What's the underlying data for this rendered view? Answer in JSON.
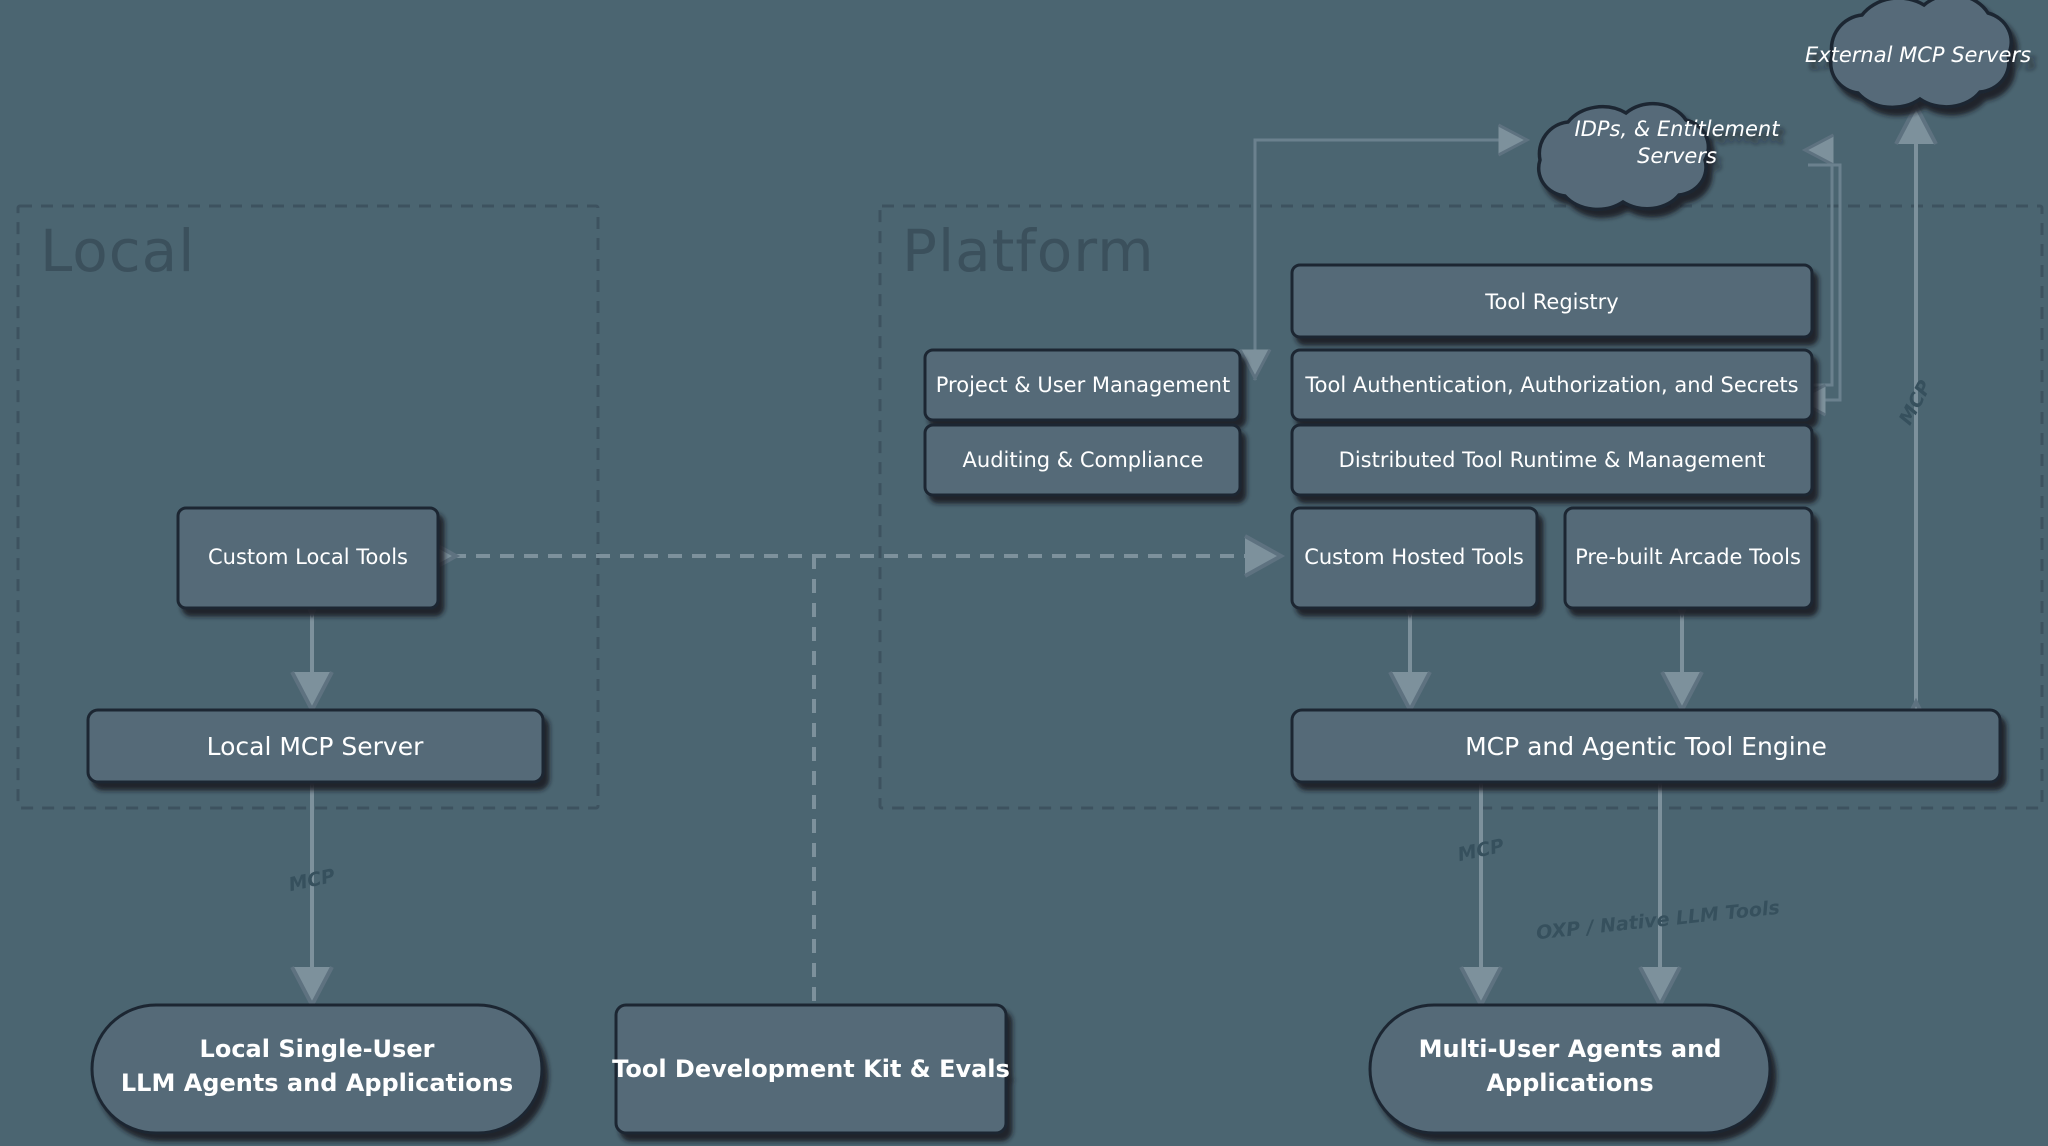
{
  "diagram": {
    "title": "Arcade Local vs Platform Tool Architecture",
    "background_color": "#4b6571",
    "node_fill": "#546a78",
    "node_stroke": "#1c2733",
    "label_color": "#ffffff",
    "zone_label_color": "#3b505c",
    "connector_color": "#7d919c"
  },
  "zones": [
    {
      "id": "local",
      "label": "Local"
    },
    {
      "id": "platform",
      "label": "Platform"
    }
  ],
  "clouds": [
    {
      "id": "external-mcp-servers",
      "label": "External MCP Servers",
      "lines": [
        "External MCP Servers"
      ]
    },
    {
      "id": "idps-entitlement-servers",
      "label": "IDPs, & Entitlement Servers",
      "lines": [
        "IDPs, & Entitlement",
        "Servers"
      ]
    }
  ],
  "nodes": [
    {
      "id": "custom-local-tools",
      "label": "Custom Local Tools",
      "zone": "local",
      "shape": "rect"
    },
    {
      "id": "local-mcp-server",
      "label": "Local MCP Server",
      "zone": "local",
      "shape": "rect"
    },
    {
      "id": "local-agents",
      "label": "Local Single-User LLM Agents and Applications",
      "lines": [
        "Local Single-User",
        "LLM Agents and Applications"
      ],
      "zone": "none",
      "shape": "pill"
    },
    {
      "id": "tool-development-kit",
      "label": "Tool Development Kit & Evals",
      "lines": [
        "Tool Development Kit & Evals"
      ],
      "zone": "none",
      "shape": "rect"
    },
    {
      "id": "project-user-management",
      "label": "Project & User Management",
      "zone": "platform",
      "shape": "rect"
    },
    {
      "id": "auditing-compliance",
      "label": "Auditing & Compliance",
      "zone": "platform",
      "shape": "rect"
    },
    {
      "id": "tool-registry",
      "label": "Tool Registry",
      "zone": "platform",
      "shape": "rect"
    },
    {
      "id": "tool-auth",
      "label": "Tool Authentication, Authorization, and Secrets",
      "zone": "platform",
      "shape": "rect"
    },
    {
      "id": "distributed-tool-runtime",
      "label": "Distributed Tool Runtime & Management",
      "zone": "platform",
      "shape": "rect"
    },
    {
      "id": "custom-hosted-tools",
      "label": "Custom Hosted Tools",
      "zone": "platform",
      "shape": "rect"
    },
    {
      "id": "prebuilt-arcade-tools",
      "label": "Pre-built Arcade Tools",
      "zone": "platform",
      "shape": "rect"
    },
    {
      "id": "mcp-agentic-tool-engine",
      "label": "MCP and Agentic Tool Engine",
      "zone": "platform",
      "shape": "rect"
    },
    {
      "id": "multi-user-agents",
      "label": "Multi-User Agents and Applications",
      "lines": [
        "Multi-User Agents and",
        "Applications"
      ],
      "zone": "none",
      "shape": "pill"
    }
  ],
  "edge_labels": [
    {
      "id": "mcp-local",
      "text": "MCP"
    },
    {
      "id": "mcp-platform",
      "text": "MCP"
    },
    {
      "id": "mcp-external",
      "text": "MCP"
    },
    {
      "id": "oxp-native",
      "text": "OXP / Native LLM Tools"
    }
  ]
}
